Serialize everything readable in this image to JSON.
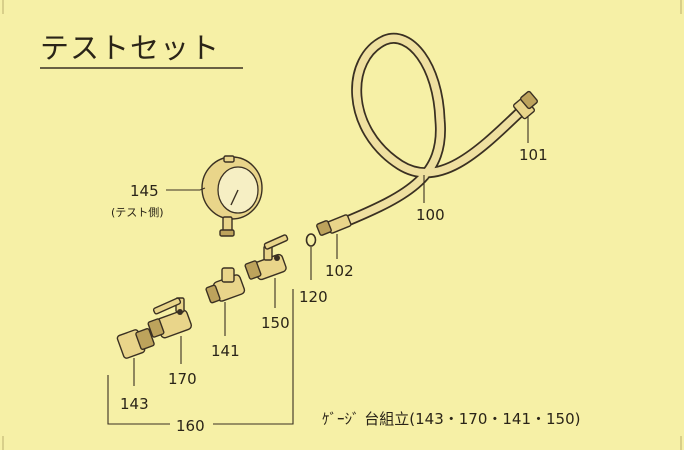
{
  "title": "テストセット",
  "labels": {
    "p101": "101",
    "p100": "100",
    "p102": "102",
    "p120": "120",
    "p145": "145",
    "p145_note": "(テスト側)",
    "p150": "150",
    "p141": "141",
    "p170": "170",
    "p143": "143",
    "p160": "160"
  },
  "caption": "ｹﾞｰｼﾞ 台組立(143・170・141・150)",
  "colors": {
    "background": "#f6f0a6",
    "ink": "#2a2418",
    "part_fill": "#e9d58a"
  }
}
